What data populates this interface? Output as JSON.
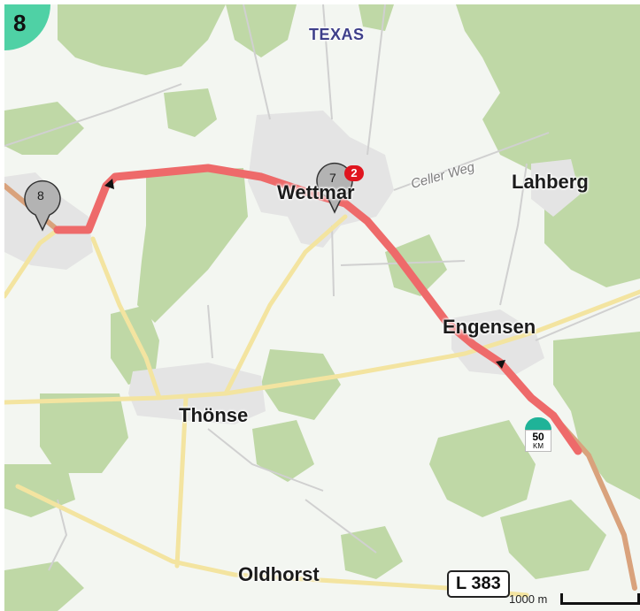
{
  "map": {
    "corner_badge": "8",
    "places": {
      "texas": "TEXAS",
      "wettmar": "Wettmar",
      "lahberg": "Lahberg",
      "engensen": "Engensen",
      "thoense": "Thönse",
      "oldhorst": "Oldhorst"
    },
    "street": "Celler Weg",
    "road_shield": "L 383",
    "scale_label": "1000 m",
    "speed_limit": {
      "value": "50",
      "unit": "KM"
    },
    "waypoints": {
      "left": "8",
      "center": "7",
      "notification": "2"
    },
    "colors": {
      "route": "#ef6b6b",
      "forest": "#bcd6a4",
      "road": "#f6e9a6",
      "corner_badge": "#4fd1a5"
    }
  }
}
